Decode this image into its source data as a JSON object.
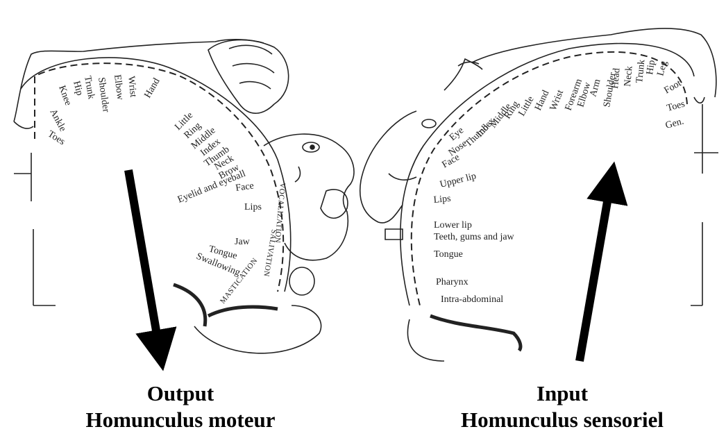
{
  "motor": {
    "labels": [
      "Toes",
      "Ankle",
      "Knee",
      "Hip",
      "Trunk",
      "Shoulder",
      "Elbow",
      "Wrist",
      "Hand",
      "Little",
      "Ring",
      "Middle",
      "Index",
      "Thumb",
      "Neck",
      "Brow",
      "Eyelid and eyeball",
      "Face",
      "Lips",
      "Jaw",
      "Tongue",
      "Swallowing"
    ],
    "functions": [
      "VOCALIZATION",
      "SALIVATION",
      "MASTICATION"
    ],
    "caption_title": "Output",
    "caption_sub": "Homunculus moteur"
  },
  "sensory": {
    "labels": [
      "Gen.",
      "Toes",
      "Foot",
      "Leg",
      "Hip",
      "Trunk",
      "Neck",
      "Head",
      "Shoulder",
      "Arm",
      "Elbow",
      "Forearm",
      "Wrist",
      "Hand",
      "Little",
      "Ring",
      "Middle",
      "Index",
      "Thumb",
      "Eye",
      "Nose",
      "Face",
      "Upper lip",
      "Lips",
      "Lower lip",
      "Teeth, gums and jaw",
      "Tongue",
      "Pharynx",
      "Intra-abdominal"
    ],
    "caption_title": "Input",
    "caption_sub": "Homunculus sensoriel"
  }
}
